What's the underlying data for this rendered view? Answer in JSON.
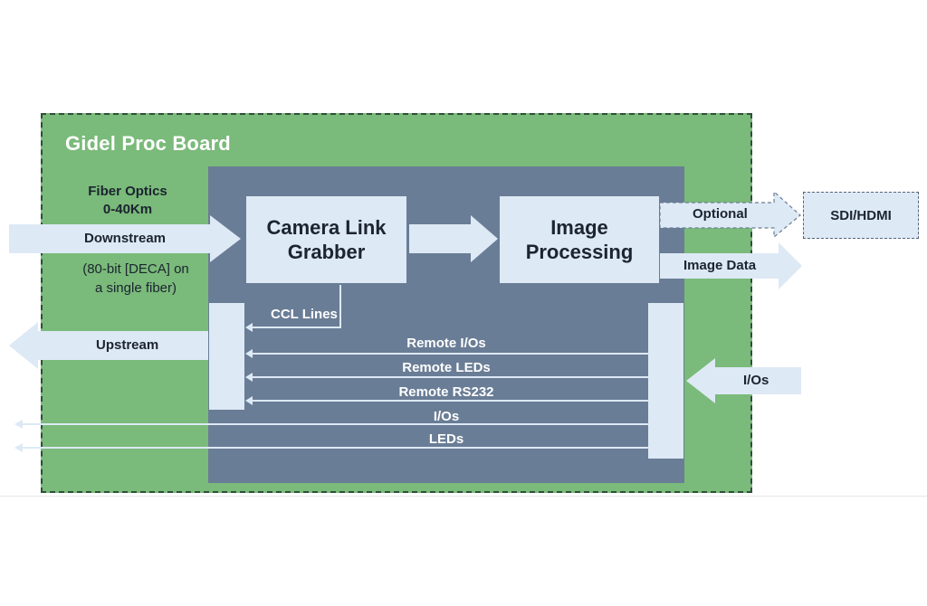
{
  "board": {
    "title": "Gidel Proc Board"
  },
  "blocks": {
    "grabber": [
      "Camera Link",
      "Grabber"
    ],
    "image_processing": [
      "Image",
      "Processing"
    ],
    "sdi_hdmi": "SDI/HDMI"
  },
  "labels": {
    "fiber_optics": [
      "Fiber Optics",
      "0-40Km"
    ],
    "downstream": "Downstream",
    "deca_note": [
      "(80-bit [DECA] on",
      "a single fiber)"
    ],
    "upstream": "Upstream",
    "optional": "Optional",
    "image_data": "Image Data",
    "ccl_lines": "CCL Lines",
    "ios_input": "I/Os"
  },
  "signal_lines": [
    {
      "label": "Remote I/Os"
    },
    {
      "label": "Remote LEDs"
    },
    {
      "label": "Remote RS232"
    },
    {
      "label": "I/Os"
    },
    {
      "label": "LEDs"
    }
  ],
  "colors": {
    "board_green": "#7aba7a",
    "core_slate": "#6a7d96",
    "block_light": "#dde9f5",
    "arrow_light": "#dde9f5",
    "text_dark": "#1b2430"
  }
}
